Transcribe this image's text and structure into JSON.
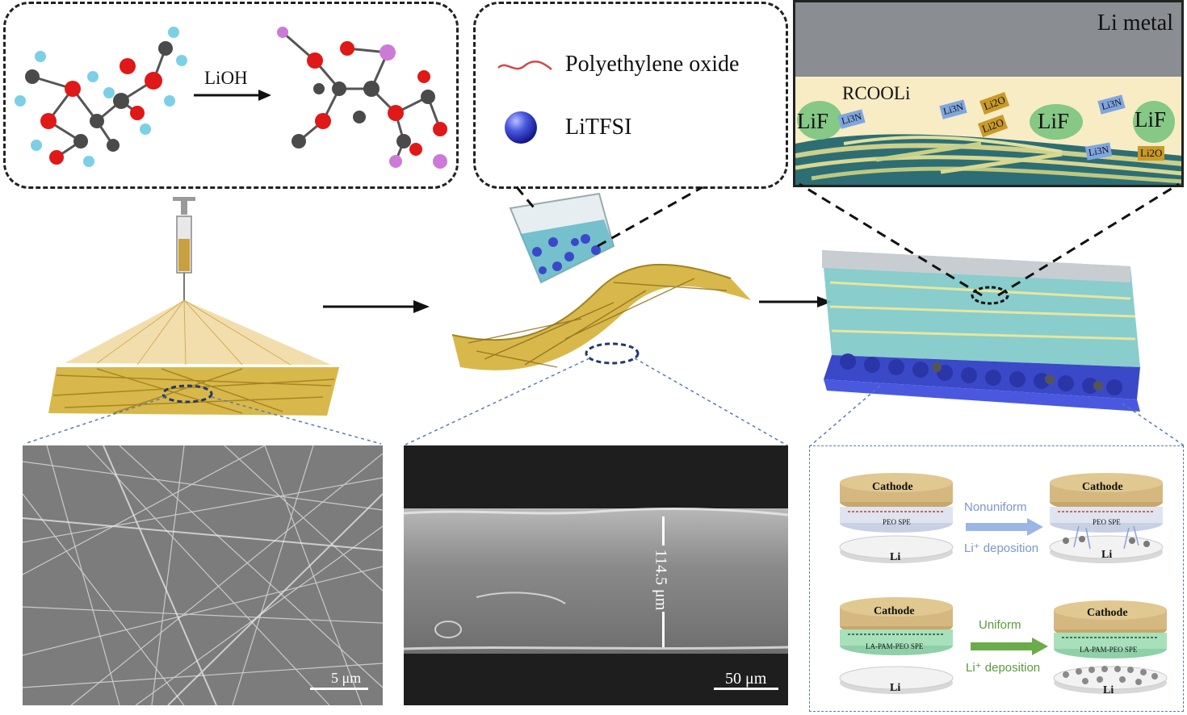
{
  "reaction": {
    "reagent": "LiOH"
  },
  "legend": {
    "peo_label": "Polyethylene oxide",
    "litfsi_label": "LiTFSI"
  },
  "interface": {
    "top_layer": "Li metal",
    "species": {
      "rcooli": "RCOOLi",
      "lif": "LiF",
      "li3n": "Li3N",
      "li2o": "Li2O"
    }
  },
  "sem": {
    "surface_scale": "5 μm",
    "cross_scale": "50 μm",
    "thickness": "114.5 μm"
  },
  "comparison": {
    "cathode": "Cathode",
    "li": "Li",
    "peo_spe": "PEO SPE",
    "la_spe": "LA-PAM-PEO SPE",
    "nonuniform": "Nonuniform",
    "uniform": "Uniform",
    "deposition": "Li⁺ deposition"
  },
  "colors": {
    "fiber": "#d8b84a",
    "electrolyte": "#7cc8c8",
    "sphere": "#3a49c8",
    "li_metal": "#8a8d91",
    "sei": "#f8ecc4",
    "lif_bubble": "#86c886",
    "li3n_tag": "#7fa6e0",
    "li2o_tag": "#c89a2a",
    "uniform_arrow": "#6aab4a",
    "nonuniform_arrow": "#9bb6e6",
    "oxygen": "#e01818",
    "carbon": "#4a4a4a",
    "hydrogen": "#7cd0e6",
    "lithium": "#cc7ad8"
  }
}
